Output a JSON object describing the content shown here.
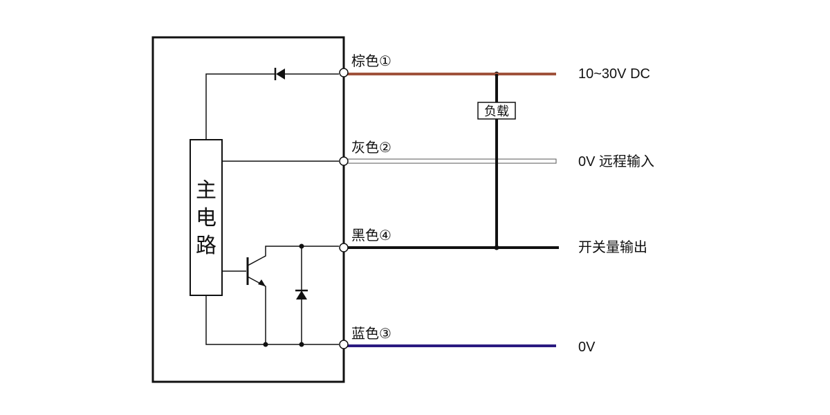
{
  "main_circuit_label": [
    "主",
    "电",
    "路"
  ],
  "wires": [
    {
      "id": "brown",
      "label": "棕色",
      "pin": "①",
      "color": "#a0523c",
      "description": "10~30V DC"
    },
    {
      "id": "gray",
      "label": "灰色",
      "pin": "②",
      "color": "#ffffff",
      "description": "0V 远程输入"
    },
    {
      "id": "black",
      "label": "黑色",
      "pin": "④",
      "color": "#111111",
      "description": "开关量输出"
    },
    {
      "id": "blue",
      "label": "蓝色",
      "pin": "③",
      "color": "#2a1a80",
      "description": "0V"
    }
  ],
  "load_label": "负载"
}
